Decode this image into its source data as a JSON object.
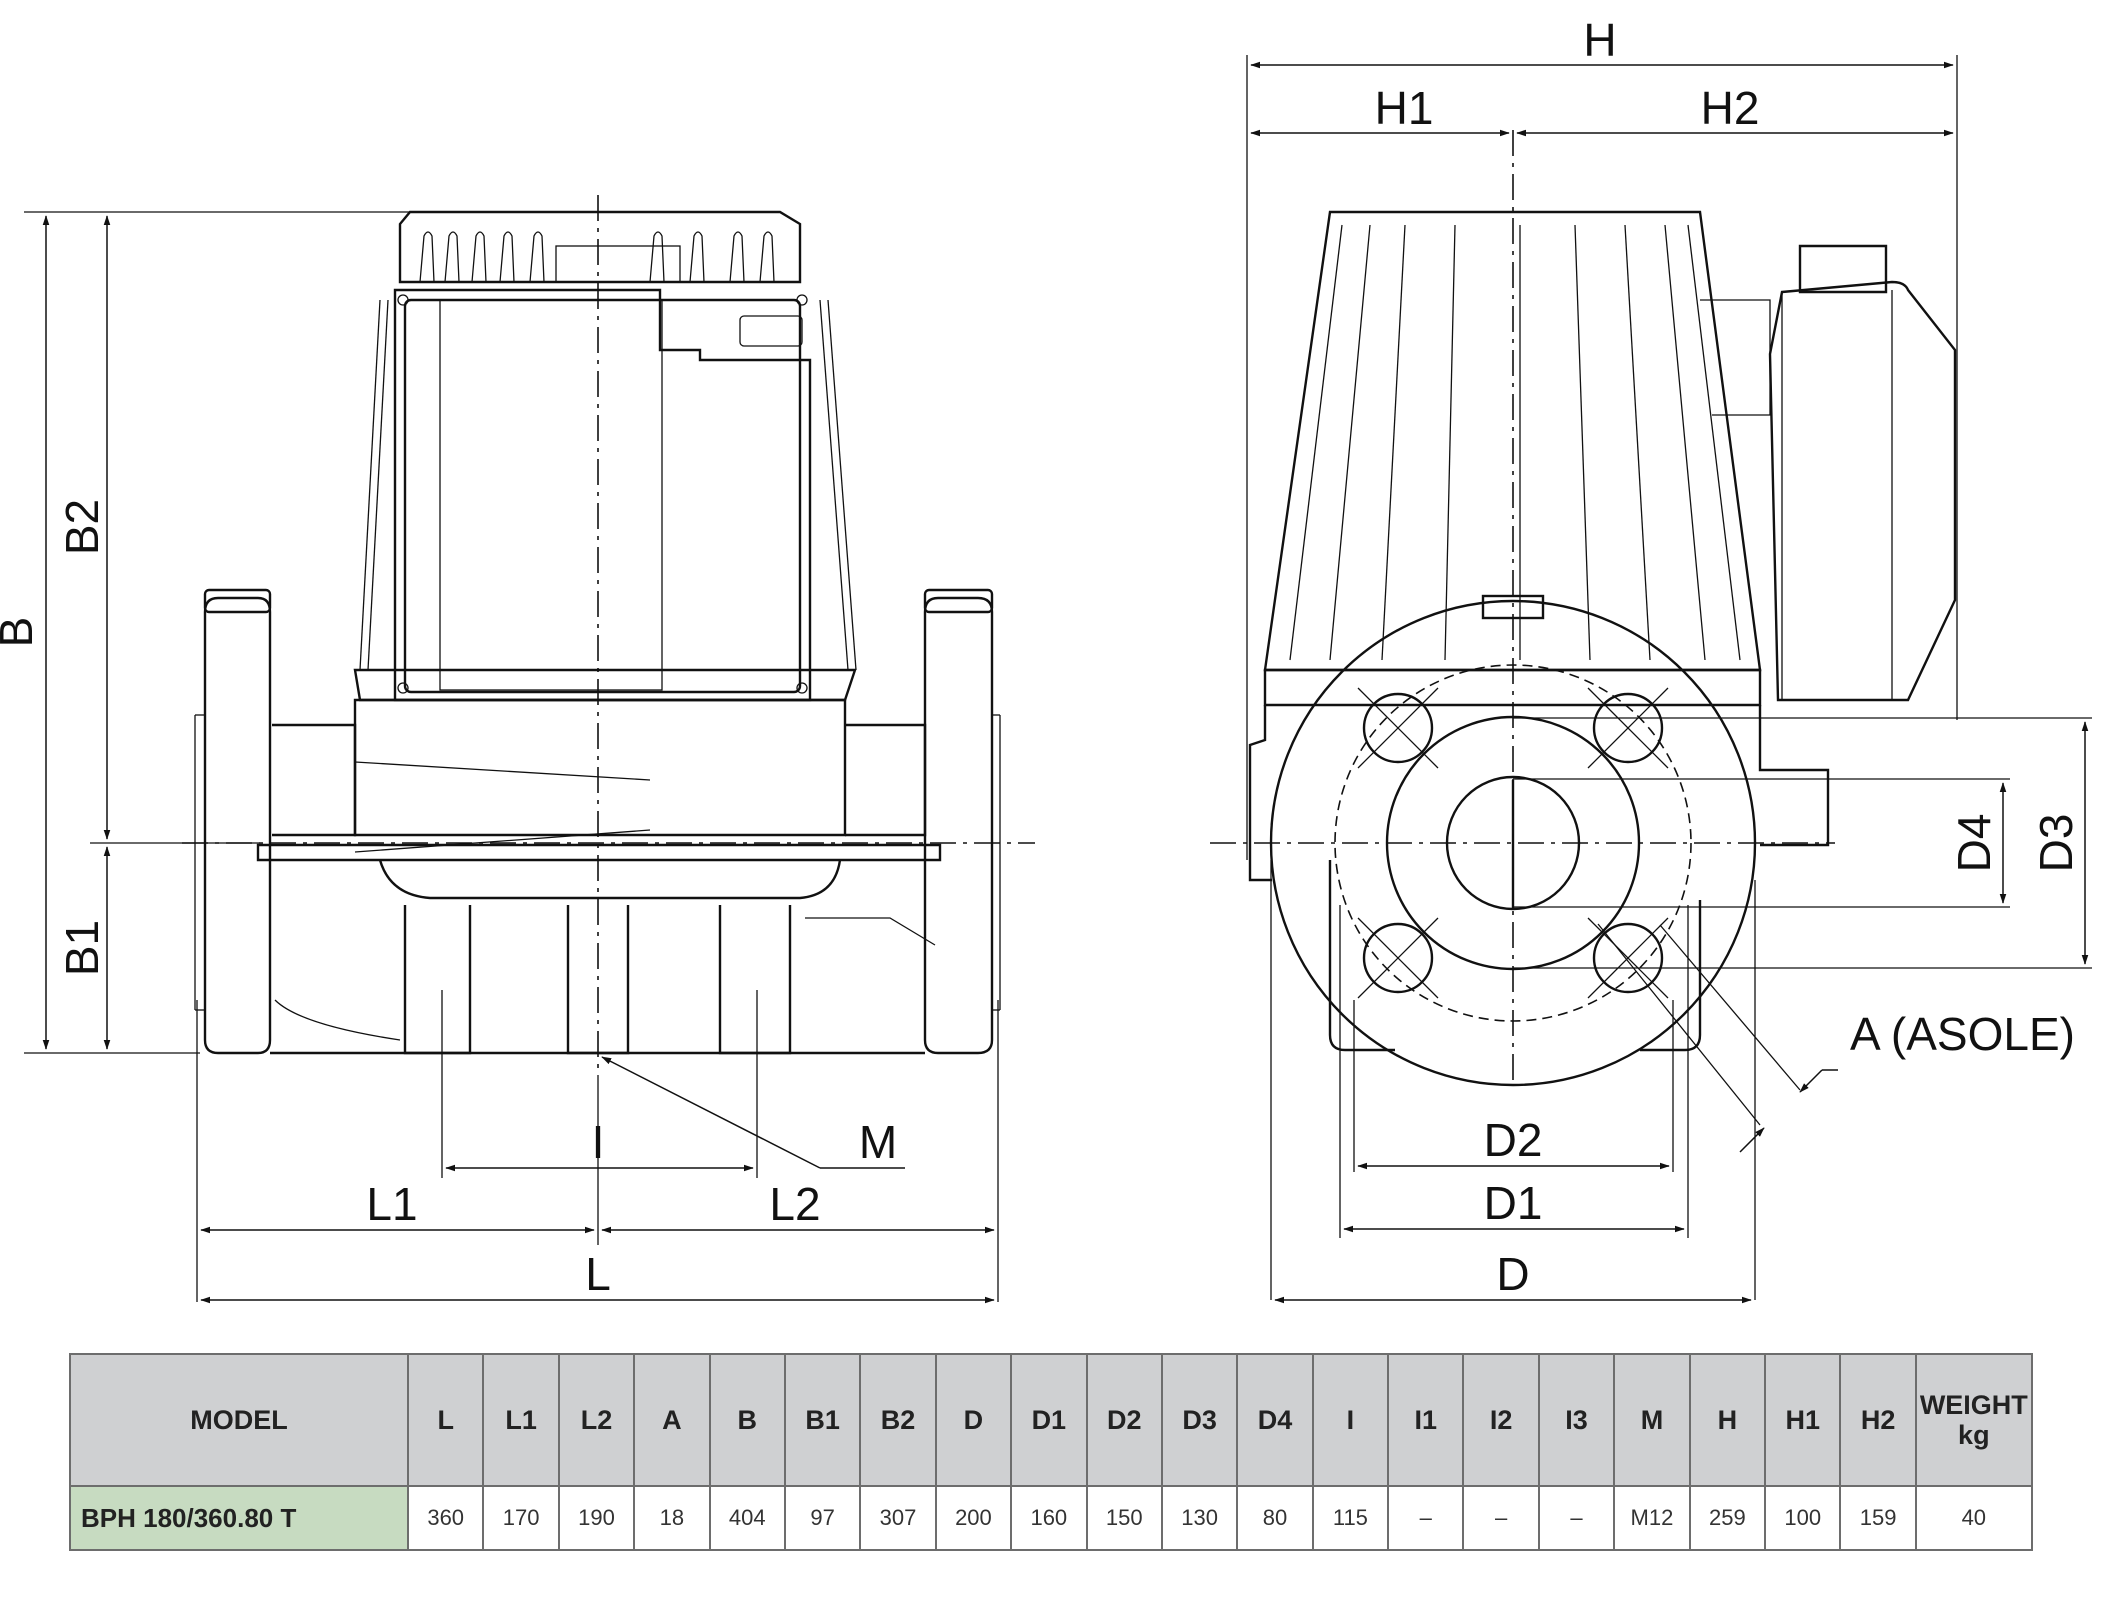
{
  "drawing": {
    "front_view": {
      "labels": {
        "L": "L",
        "L1": "L1",
        "L2": "L2",
        "I": "I",
        "M": "M",
        "B": "B",
        "B1": "B1",
        "B2": "B2"
      }
    },
    "side_view": {
      "labels": {
        "H": "H",
        "H1": "H1",
        "H2": "H2",
        "D": "D",
        "D1": "D1",
        "D2": "D2",
        "D3": "D3",
        "D4": "D4",
        "A": "A (ASOLE)"
      }
    }
  },
  "table": {
    "headers": [
      "MODEL",
      "L",
      "L1",
      "L2",
      "A",
      "B",
      "B1",
      "B2",
      "D",
      "D1",
      "D2",
      "D3",
      "D4",
      "I",
      "I1",
      "I2",
      "I3",
      "M",
      "H",
      "H1",
      "H2",
      "WEIGHT",
      "kg"
    ],
    "row": [
      "BPH 180/360.80 T",
      "360",
      "170",
      "190",
      "18",
      "404",
      "97",
      "307",
      "200",
      "160",
      "150",
      "130",
      "80",
      "115",
      "–",
      "–",
      "–",
      "M12",
      "259",
      "100",
      "159",
      "40"
    ]
  }
}
